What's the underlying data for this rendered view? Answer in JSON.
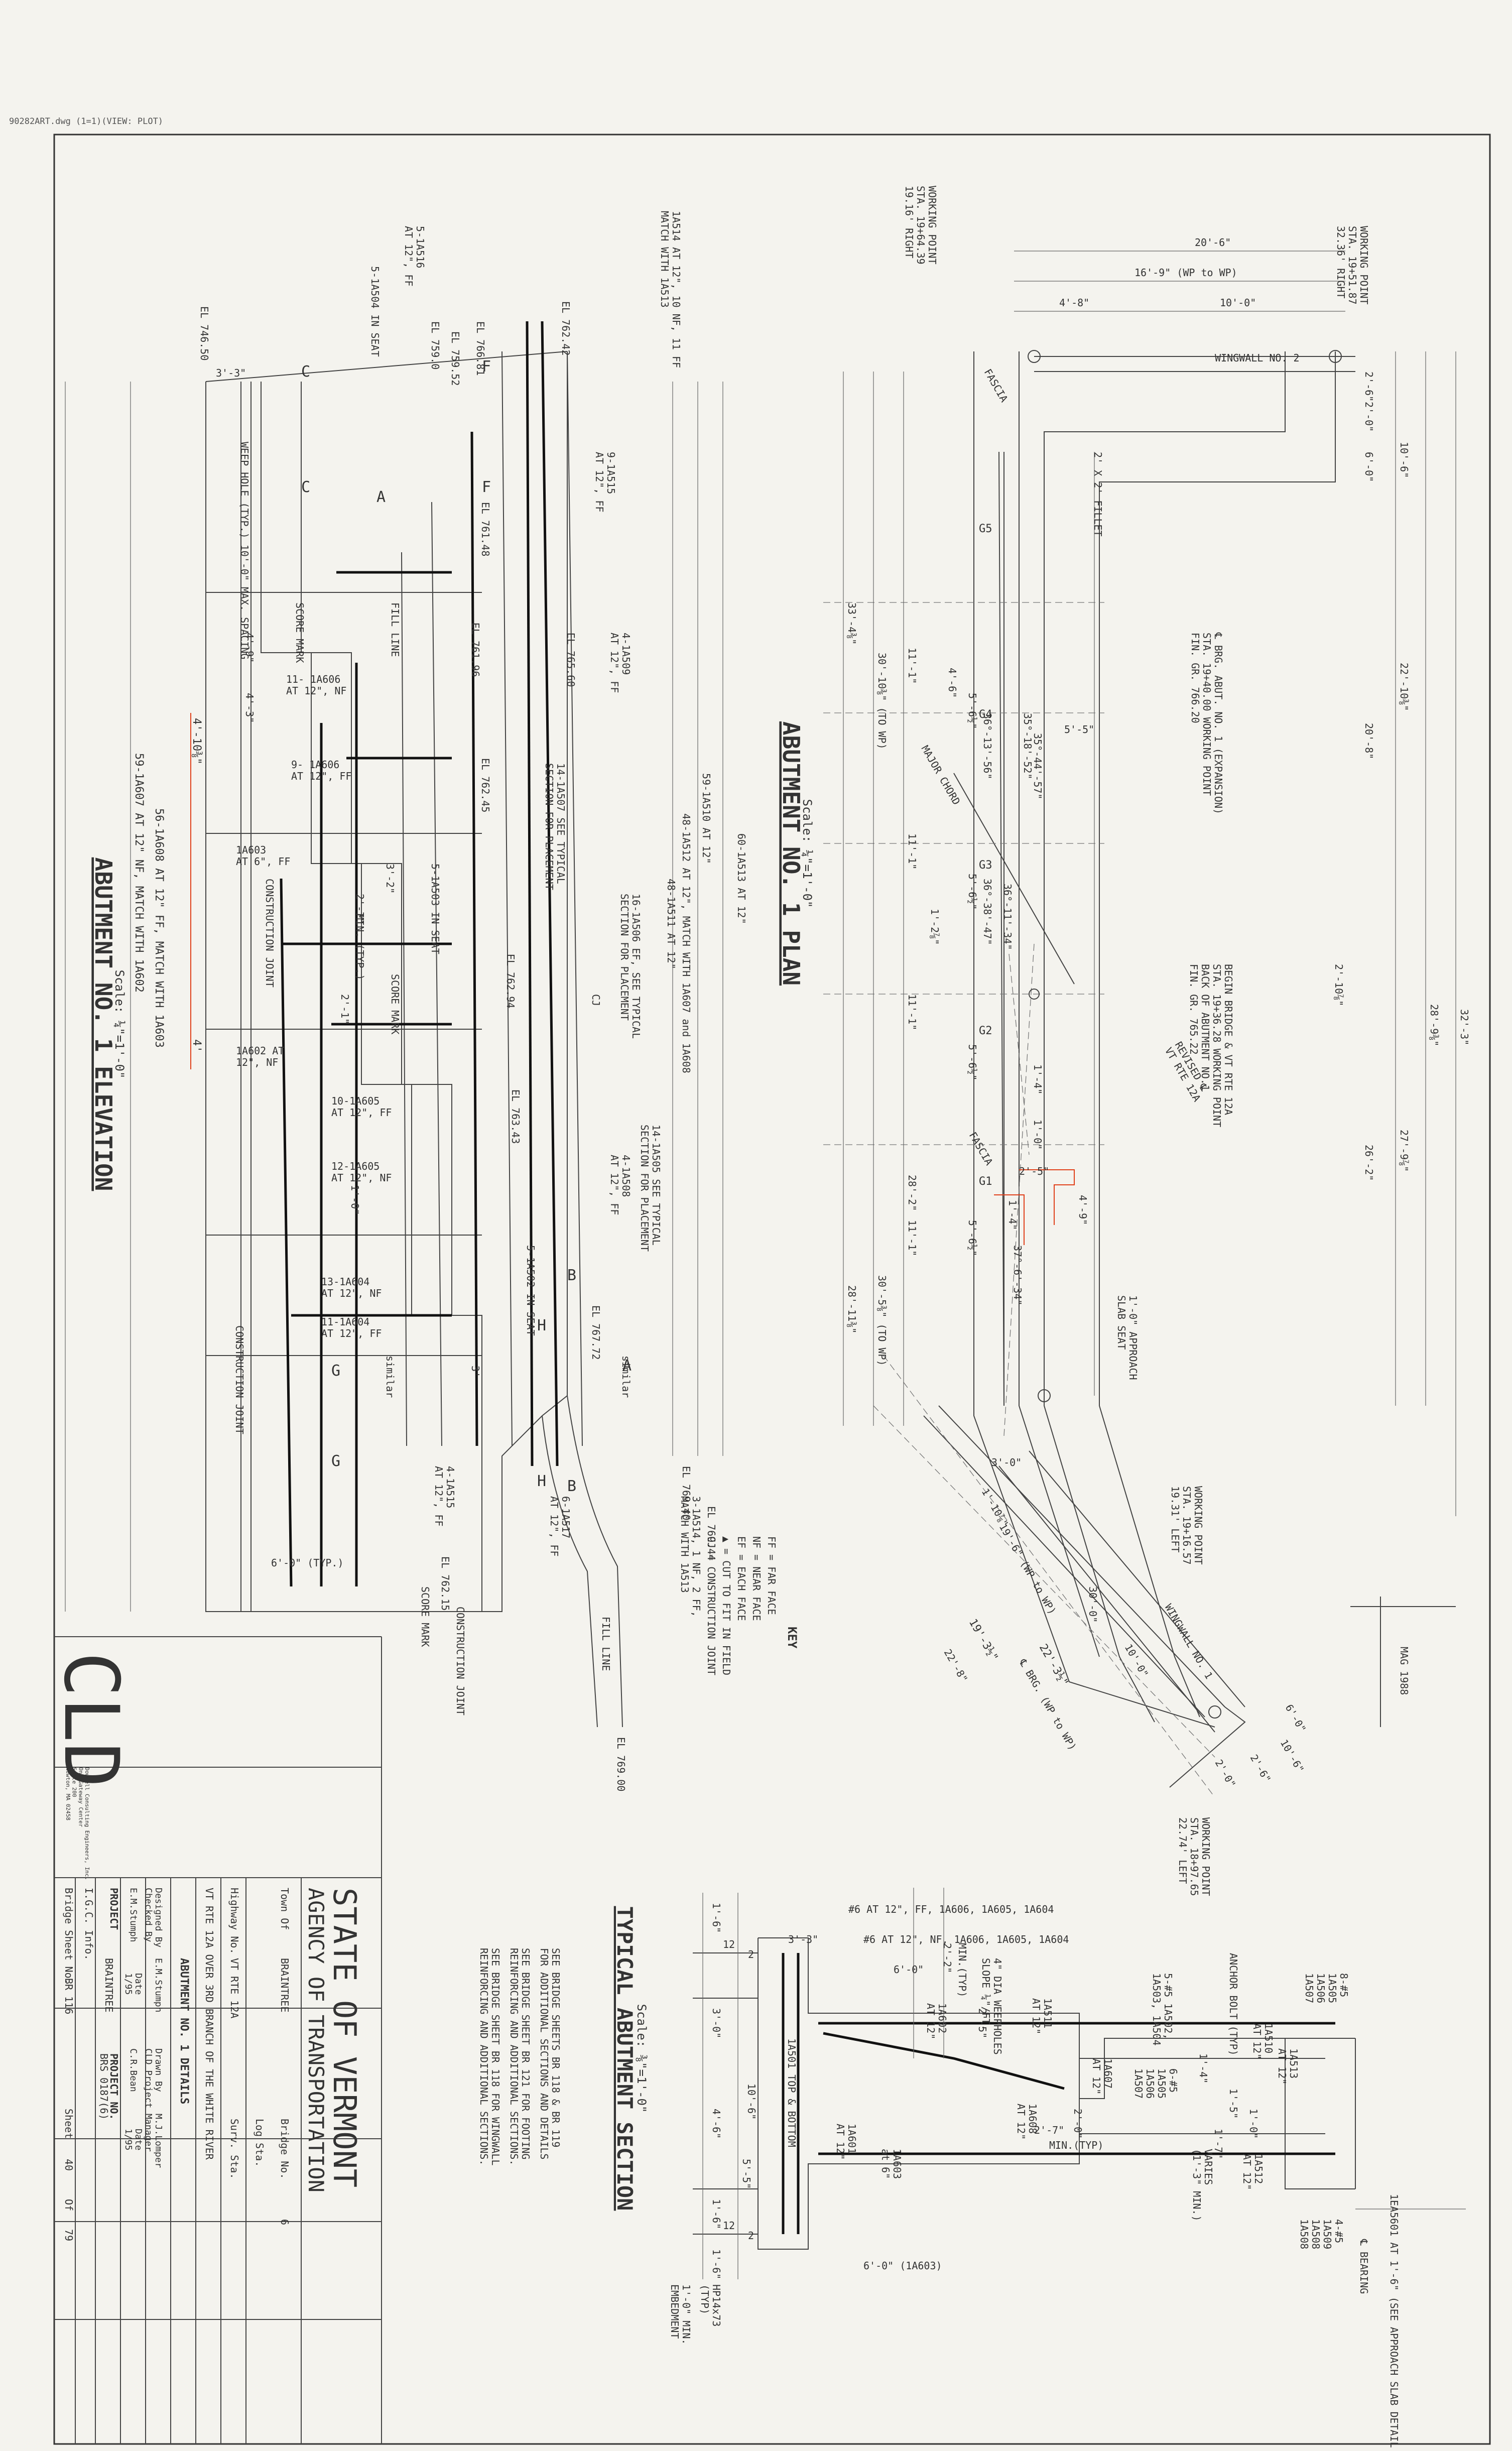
{
  "file_header": "90282ART.dwg (1=1)(VIEW: PLOT)",
  "plan": {
    "title": "ABUTMENT NO. 1 PLAN",
    "scale": "Scale: ¼\"=1'-0\"",
    "working_points": [
      "WORKING POINT\nSTA. 19+64.39\n19.16' RIGHT",
      "WORKING POINT\nSTA. 19+51.87\n32.36' RIGHT",
      "WORKING POINT\nSTA. 19+16.57\n19.31' LEFT",
      "WORKING POINT\nSTA. 18+97.65\n22.74' LEFT"
    ],
    "labels": {
      "wingwall_2": "WINGWALL NO. 2",
      "wingwall_1": "WINGWALL NO. 1",
      "fascia": "FASCIA",
      "fillet": "2' X 2' FILLET",
      "major_chord": "MAJOR CHORD",
      "brg_abut": "℄ BRG. ABUT. NO. 1 (EXPANSION)\nSTA. 19+40.00 WORKING POINT\nFIN. GR. 766.20",
      "begin_bridge": "BEGIN BRIDGE & VT RTE 12A\nSTA. 19+36.28 WORKING POINT\nBACK OF ABUTMENT NO.1\nFIN. GR. 765.22",
      "revised": "REVISED ℄\nVT RTE 12A",
      "approach_slab": "1'-0\" APPROACH\nSLAB SEAT",
      "mag": "MAG 1988",
      "brg_wp": "℄ BRG. (WP to WP)"
    },
    "dims": {
      "top": [
        "20'-6\"",
        "16'-9\" (WP to WP)",
        "4'-8\"",
        "10'-0\""
      ],
      "right": [
        "2'-6\"",
        "2'-0\"",
        "10'-6\"",
        "6'-0\"",
        "22'-10⅜\"",
        "20'-8\"",
        "2'-10⅞\"",
        "27'-9⅞\"",
        "26'-2\"",
        "28'-9⅜\"",
        "32'-3\""
      ],
      "left": [
        "33'-4⅜\"",
        "30'-10⅜\" (TO WP)",
        "28'-11⅜\"",
        "30'-5⅜\" (TO WP)",
        "28'-2\""
      ],
      "inner": [
        "11'-1\"",
        "11'-1\"",
        "11'-1\"",
        "11'-1\"",
        "5'-6½\"",
        "5'-6½\"",
        "5'-6½\"",
        "5'-6½\"",
        "5'-5\"",
        "1'-0\"",
        "1'-4\"",
        "2'-5\"",
        "1'-4\"",
        "1'-2⅞\"",
        "4'-6\"",
        "4'-9\"",
        "3'-0\"",
        "1'-10⅞\""
      ],
      "angles": [
        "35°-18'-52\"",
        "35°-44'-57\"",
        "36°-13'-56\"",
        "36°-11'-34\"",
        "36°-38'-47\"",
        "37°-6'-34\""
      ],
      "bottom": [
        "30'-0\"",
        "19'-6\" (WP to WP)",
        "22'-8\"",
        "10'-0\"",
        "10'-6\"",
        "2'-0\"",
        "2'-6\"",
        "6'-0\""
      ],
      "red": [
        "19'-3½\"",
        "22'-3½\""
      ]
    },
    "girders": [
      "G5",
      "G4",
      "G3",
      "G2",
      "G1"
    ]
  },
  "elevation": {
    "title": "ABUTMENT NO. 1 ELEVATION",
    "scale": "Scale: ¼\"=1'-0\"",
    "elevations": [
      "EL 746.50",
      "EL 762.42",
      "EL 766.81",
      "EL 759.52",
      "EL 759.0",
      "EL 761.48",
      "EL 761.96",
      "EL 765.60",
      "EL 762.45",
      "EL 762.94",
      "EL 763.43",
      "EL 767.72",
      "EL 769.40",
      "EL 769.44",
      "EL 762.15",
      "EL 769.00"
    ],
    "callouts": [
      "1A514 AT 12\", 10 NF, 11 FF\nMATCH WITH 1A513",
      "5-1A516\nAT 12\", FF",
      "5-1A504 IN SEAT",
      "9-1A515\nAT 12\", FF",
      "4-1A509\nAT 12\", FF",
      "59-1A510 AT 12\"",
      "60-1A513 AT 12\"",
      "48-1A512 AT 12\", MATCH WITH 1A607 and 1A608",
      "48-1A511 AT 12\"",
      "16-1A506 EF, SEE TYPICAL\nSECTION FOR PLACEMENT",
      "14-1A507 SEE TYPICAL\nSECTION FOR PLACEMENT",
      "14-1A505 SEE TYPICAL\nSECTION FOR PLACEMENT",
      "4-1A508\nAT 12\", FF",
      "5-1A503 IN SEAT",
      "5-1A502 IN SEAT",
      "3-1A514, 1 NF, 2 FF,\nMATCH WITH 1A513",
      "6-1A517\nAT 12\", FF",
      "4-1A515\nAT 12\", FF",
      "11- 1A606\nAT 12\", NF",
      "9- 1A606\nAT 12\", FF",
      "1A603\nAT 6\", FF",
      "1A602 AT\n12\", NF",
      "10-1A605\nAT 12\", FF",
      "12-1A605\nAT 12\", NF",
      "13-1A604\nAT 12\", NF",
      "11-1A604\nAT 12\", FF",
      "56-1A608 AT 12\" FF, MATCH WITH 1A603",
      "59-1A607 AT 12\" NF, MATCH WITH 1A602"
    ],
    "notes": [
      "WEEP HOLE (TYP.) 10'-0\" MAX. SPACING",
      "SCORE MARK",
      "SCORE MARK",
      "SCORE MARK",
      "FILL LINE",
      "FILL LINE",
      "CONSTRUCTION JOINT",
      "CONSTRUCTION JOINT",
      "CONSTRUCTION JOINT",
      "MIN. (TYP.)",
      "CJ"
    ],
    "dims": [
      "3'-3\"",
      "4'-9\"",
      "4'-3\"",
      "3'-2\"",
      "2'-7\"",
      "2'-1\"",
      "1'-0\"",
      "3'",
      "6'-0\" (TYP.)"
    ],
    "red": [
      "4'-10⅜\"",
      "4'"
    ],
    "sections": [
      "C",
      "C",
      "F",
      "F",
      "A",
      "A",
      "B",
      "B",
      "H",
      "H",
      "G",
      "G"
    ],
    "similar": [
      "similar",
      "similar"
    ]
  },
  "key": {
    "title": "KEY",
    "items": [
      "FF = FAR FACE",
      "NF = NEAR FACE",
      "EF = EACH FACE",
      "▲ = CUT TO FIT IN FIELD",
      "CJ = CONSTRUCTION JOINT"
    ]
  },
  "typical_section": {
    "title": "TYPICAL ABUTMENT SECTION",
    "scale": "Scale: ⅜\"=1'-0\"",
    "top_notes": [
      "#6 AT 12\", FF, 1A606, 1A605, 1A604",
      "#6 AT 12\", NF, 1A606, 1A605, 1A604"
    ],
    "labels": [
      "℄ BEARING",
      "1EA5601 AT 1'-6\" (SEE APPROACH SLAB DETAIL SHEET BR122)",
      "8-#5\n1A505\n1A506\n1A507",
      "ANCHOR BOLT (TYP)",
      "1A510\nAT 12\"",
      "1A513\nAT 12\"",
      "5-#5 1A502,\n1A503, 1A504",
      "1A511\nAT 12\"",
      "1A607\nAT 12\"",
      "4\" DIA WEEPHOLES\nSLOPE ¼\"/FT.",
      "1A602\nAT 12\"",
      "1A608\nAT 12\"",
      "1A603\nat 6\"",
      "1A601\nAT 12\"",
      "1A501 TOP & BOTTOM",
      "1A512\nAT 12\"",
      "6-#5\n1A505\n1A506\n1A507",
      "4-#5\n1A509\n1A508\n1A508",
      "VARIES\n(1'-3\" MIN.)",
      "HP14x73\n(TYP)",
      "1'-0\" MIN.\nEMBEDMENT"
    ],
    "dims": [
      "3'-3\"",
      "6'-0\"",
      "2'-2\"",
      "2'-5\"",
      "MIN.(TYP)",
      "2'-7\"",
      "MIN.(TYP)",
      "2'-0\"",
      "1'-4\"",
      "1'-5\"",
      "1'-0\"",
      "1'-7\"",
      "1'-6\"",
      "12",
      "2",
      "12",
      "2",
      "3'-0\"",
      "4'-6\"",
      "5'-5\"",
      "1'-6\"",
      "10'-6\"",
      "1'-6\"",
      "6'-0\" (1A603)"
    ],
    "notes": [
      "SEE BRIDGE SHEETS BR 118 & BR 119\nFOR ADDITIONAL SECTIONS AND DETAILS",
      "SEE BRIDGE SHEET BR 121 FOR FOOTING\nREINFORCING AND ADDITIONAL SECTIONS.",
      "SEE BRIDGE SHEET BR 118 FOR WINGWALL\nREINFORCING AND ADDITIONAL SECTIONS."
    ]
  },
  "title_block": {
    "firm_logo": "CLD",
    "firm_text": "Dowdell Consulting Engineers, Inc.\nOne Gateway Center\nSuite 200\nNewton, MA 02458",
    "state": "STATE OF VERMONT",
    "agency": "AGENCY OF TRANSPORTATION",
    "town_of": "Town Of",
    "town": "BRAINTREE",
    "bridge_no_label": "Bridge No.",
    "bridge_no": "6",
    "highway_label": "Highway No.",
    "highway": "VT RTE 12A",
    "log_sta": "Log Sta.",
    "surv_sta": "Surv. Sta.",
    "description": "VT RTE 12A OVER 3RD BRANCH OF THE WHITE RIVER",
    "sheet_title": "ABUTMENT NO. 1 DETAILS",
    "designed_by_label": "Designed By",
    "designed_by": "E.M.Stumph",
    "drawn_by_label": "Drawn By",
    "drawn_by": "M.J.Lomper",
    "checked_by_label": "Checked By",
    "checked_by": "E.M.Stumph",
    "proj_mgr_label": "CLD Project Manager",
    "proj_mgr": "C.R.Bean",
    "date_label": "Date",
    "date1": "1/95",
    "date2": "1/95",
    "project_label": "PROJECT",
    "project": "BRAINTREE",
    "project_no_label": "PROJECT NO.",
    "project_no": "BRS 0187(6)",
    "igc_label": "I.G.C. Info.",
    "bridge_sheet_label": "Bridge Sheet No.",
    "bridge_sheet": "BR 116",
    "sheet_label": "Sheet",
    "sheet": "40",
    "of_label": "Of",
    "of": "79"
  }
}
